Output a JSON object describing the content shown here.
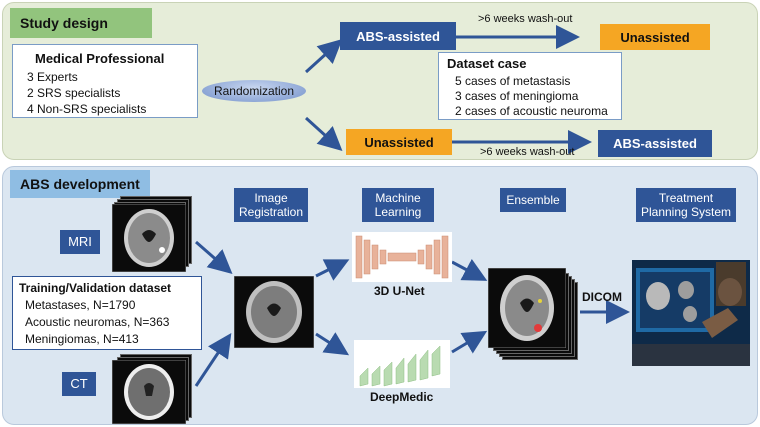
{
  "study_design": {
    "title": "Study design",
    "medical_professional": {
      "title": "Medical Professional",
      "items": [
        "3 Experts",
        "2 SRS specialists",
        "4 Non-SRS specialists"
      ]
    },
    "randomization": "Randomization",
    "arm_top": {
      "first": "ABS-assisted",
      "washout": ">6 weeks wash-out",
      "second": "Unassisted"
    },
    "arm_bottom": {
      "first": "Unassisted",
      "washout": ">6 weeks wash-out",
      "second": "ABS-assisted"
    },
    "dataset_case": {
      "title": "Dataset case",
      "items": [
        "5 cases of metastasis",
        "3 cases of meningioma",
        "2 cases of acoustic neuroma"
      ]
    }
  },
  "abs_development": {
    "title": "ABS development",
    "mri": "MRI",
    "ct": "CT",
    "training": {
      "title": "Training/Validation dataset",
      "items": [
        "Metastases, N=1790",
        "Acoustic neuromas, N=363",
        "Meningiomas, N=413"
      ]
    },
    "image_registration": "Image Registration",
    "machine_learning": "Machine Learning",
    "unet": "3D U-Net",
    "deepmedic": "DeepMedic",
    "ensemble": "Ensemble",
    "dicom": "DICOM",
    "tps": "Treatment Planning System"
  },
  "colors": {
    "top_panel": "#e6edd9",
    "bottom_panel": "#dbe6f1",
    "study_tag": "#92c47d",
    "abs_tag": "#8fbde3",
    "blue_box": "#2f5597",
    "orange_box": "#f5a623",
    "arrow": "#2f5597"
  }
}
